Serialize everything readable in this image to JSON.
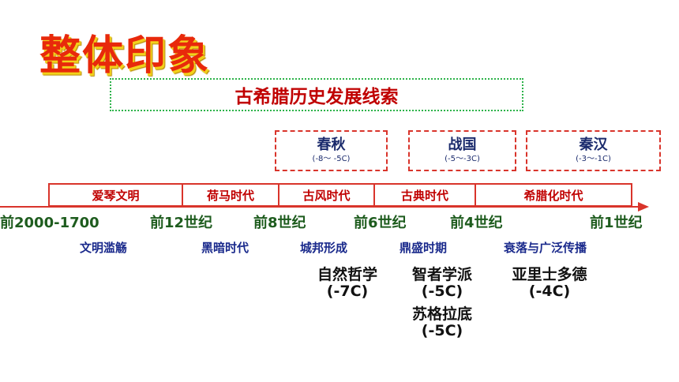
{
  "title": "整体印象",
  "subtitle": "古希腊历史发展线索",
  "eras": [
    {
      "name": "春秋",
      "range": "(-8～ -5C)"
    },
    {
      "name": "战国",
      "range": "(-5～-3C)"
    },
    {
      "name": "秦汉",
      "range": "(-3～-1C)"
    }
  ],
  "periods": [
    "爱琴文明",
    "荷马时代",
    "古风时代",
    "古典时代",
    "希腊化时代"
  ],
  "ticks": [
    "前2000-1700",
    "前12世纪",
    "前8世纪",
    "前6世纪",
    "前4世纪",
    "前1世纪"
  ],
  "features": [
    "文明滥觞",
    "黑暗时代",
    "城邦形成",
    "鼎盛时期",
    "衰落与广泛传播"
  ],
  "philosophy": [
    {
      "name": "自然哲学",
      "date": "(-7C)"
    },
    {
      "name": "智者学派",
      "date": "(-5C)"
    },
    {
      "name": "苏格拉底",
      "date": "(-5C)"
    },
    {
      "name": "亚里士多德",
      "date": "(-4C)"
    }
  ],
  "colors": {
    "accent_red": "#d9342b",
    "title_red": "#e8290b",
    "navy": "#1a2a8c",
    "green": "#1e5c1e",
    "dotted_green": "#2db34a"
  }
}
